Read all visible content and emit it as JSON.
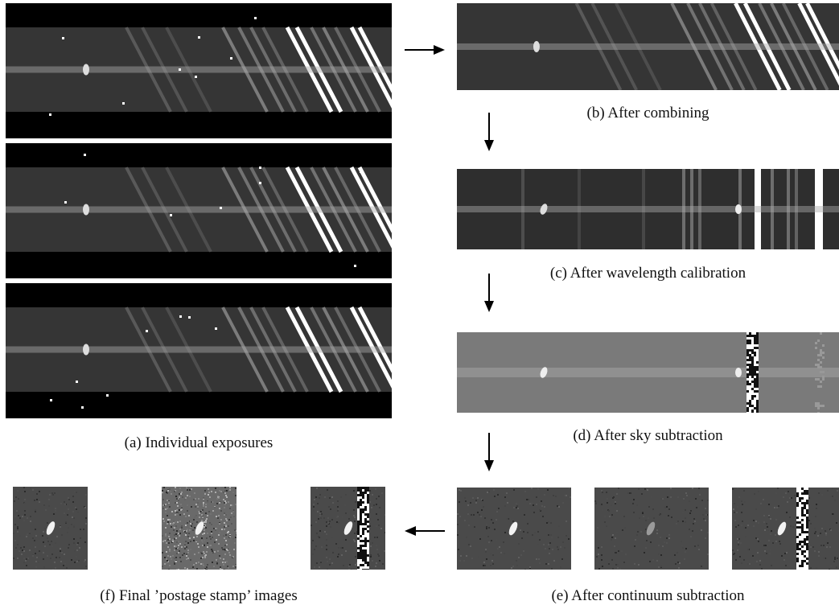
{
  "captions": {
    "a": "(a) Individual exposures",
    "b": "(b) After combining",
    "c": "(c) After wavelength calibration",
    "d": "(d) After sky subtraction",
    "e": "(e) After continuum subtraction",
    "f": "(f) Final ’postage stamp’ images"
  },
  "images": {
    "exposures": [
      "exposure-1",
      "exposure-2",
      "exposure-3"
    ],
    "continuum_stamps": [
      "stamp-e1",
      "stamp-e2",
      "stamp-e3"
    ],
    "final_stamps": [
      "stamp-f1",
      "stamp-f2",
      "stamp-f3"
    ]
  },
  "colors": {
    "background": "#ffffff",
    "image_bg": "#000000",
    "sky_bg": "#7a7a7a",
    "stamp_bg": "#4a4a4a"
  }
}
